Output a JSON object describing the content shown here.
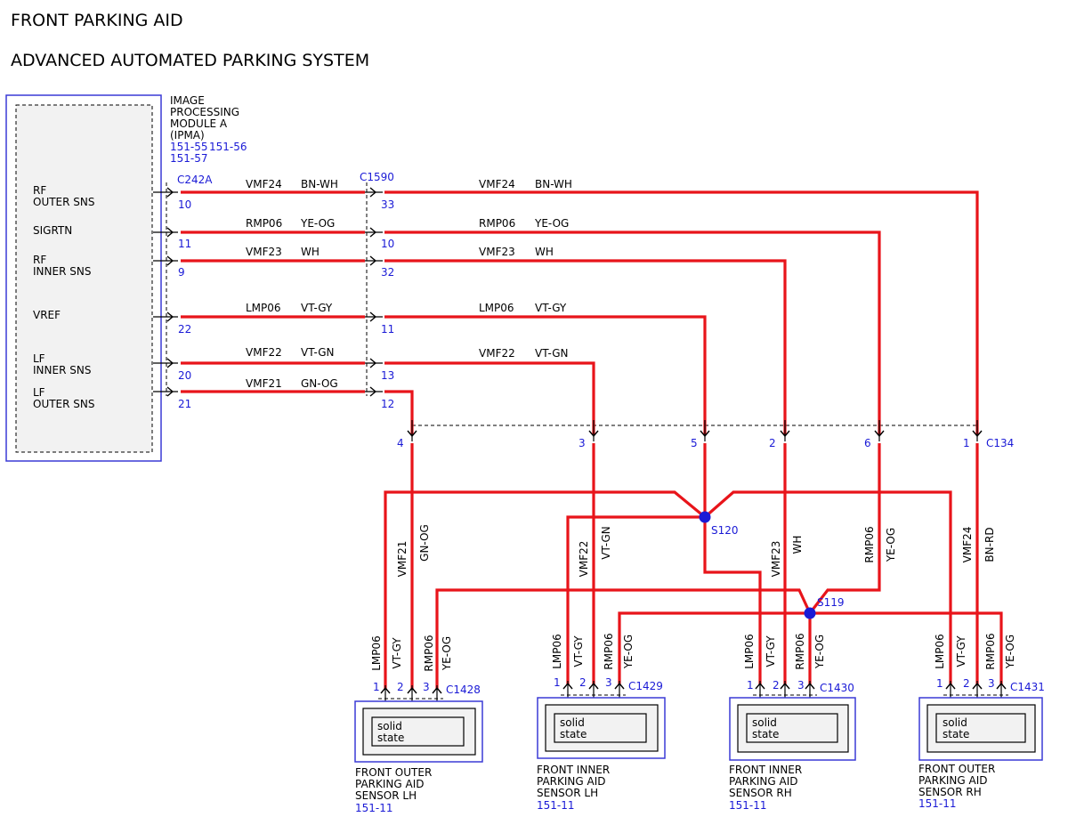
{
  "titles": {
    "line1": "FRONT PARKING AID",
    "line2": "ADVANCED AUTOMATED PARKING SYSTEM"
  },
  "module": {
    "name_lines": [
      "IMAGE",
      "PROCESSING",
      "MODULE A",
      "(IPMA)"
    ],
    "refs_line1": [
      "151-55",
      "151-56"
    ],
    "refs_line2": "151-57",
    "connector": "C242A",
    "pins": [
      {
        "label": [
          "RF",
          "OUTER SNS"
        ],
        "pin": "10"
      },
      {
        "label": [
          "SIGRTN"
        ],
        "pin": "11"
      },
      {
        "label": [
          "RF",
          "INNER SNS"
        ],
        "pin": "9"
      },
      {
        "label": [
          "VREF"
        ],
        "pin": "22"
      },
      {
        "label": [
          "LF",
          "INNER SNS"
        ],
        "pin": "20"
      },
      {
        "label": [
          "LF",
          "OUTER SNS"
        ],
        "pin": "21"
      }
    ]
  },
  "inline_connector": {
    "name": "C1590",
    "pins": [
      "33",
      "10",
      "32",
      "11",
      "13",
      "12"
    ]
  },
  "wires_left": [
    {
      "circuit": "VMF24",
      "color": "BN-WH"
    },
    {
      "circuit": "RMP06",
      "color": "YE-OG"
    },
    {
      "circuit": "VMF23",
      "color": "WH"
    },
    {
      "circuit": "LMP06",
      "color": "VT-GY"
    },
    {
      "circuit": "VMF22",
      "color": "VT-GN"
    },
    {
      "circuit": "VMF21",
      "color": "GN-OG"
    }
  ],
  "wires_right": [
    {
      "circuit": "VMF24",
      "color": "BN-WH"
    },
    {
      "circuit": "RMP06",
      "color": "YE-OG"
    },
    {
      "circuit": "VMF23",
      "color": "WH"
    },
    {
      "circuit": "LMP06",
      "color": "VT-GY"
    },
    {
      "circuit": "VMF22",
      "color": "VT-GN"
    }
  ],
  "c134": {
    "name": "C134",
    "pins": [
      "4",
      "3",
      "5",
      "2",
      "6",
      "1"
    ]
  },
  "splices": {
    "s120": "S120",
    "s119": "S119"
  },
  "vertical_labels": [
    {
      "circuit": "VMF21",
      "color": "GN-OG"
    },
    {
      "circuit": "VMF22",
      "color": "VT-GN"
    },
    {
      "circuit": "VMF23",
      "color": "WH"
    },
    {
      "circuit": "RMP06",
      "color": "YE-OG"
    },
    {
      "circuit": "VMF24",
      "color": "BN-RD"
    }
  ],
  "sensor_wire_labels": [
    {
      "circuit": "LMP06",
      "color": "VT-GY"
    },
    {
      "circuit": "RMP06",
      "color": "YE-OG"
    }
  ],
  "sensors": [
    {
      "connector": "C1428",
      "pins": [
        "1",
        "2",
        "3"
      ],
      "inner": [
        "solid",
        "state"
      ],
      "name": [
        "FRONT OUTER",
        "PARKING AID",
        "SENSOR LH"
      ],
      "ref": "151-11"
    },
    {
      "connector": "C1429",
      "pins": [
        "1",
        "2",
        "3"
      ],
      "inner": [
        "solid",
        "state"
      ],
      "name": [
        "FRONT INNER",
        "PARKING AID",
        "SENSOR LH"
      ],
      "ref": "151-11"
    },
    {
      "connector": "C1430",
      "pins": [
        "1",
        "2",
        "3"
      ],
      "inner": [
        "solid",
        "state"
      ],
      "name": [
        "FRONT INNER",
        "PARKING AID",
        "SENSOR RH"
      ],
      "ref": "151-11"
    },
    {
      "connector": "C1431",
      "pins": [
        "1",
        "2",
        "3"
      ],
      "inner": [
        "solid",
        "state"
      ],
      "name": [
        "FRONT OUTER",
        "PARKING AID",
        "SENSOR RH"
      ],
      "ref": "151-11"
    }
  ],
  "colors": {
    "wire": "#e8141a",
    "reference": "#1a1ad6",
    "splice": "#1a1ad6",
    "module_fill": "#f2f2f2"
  }
}
